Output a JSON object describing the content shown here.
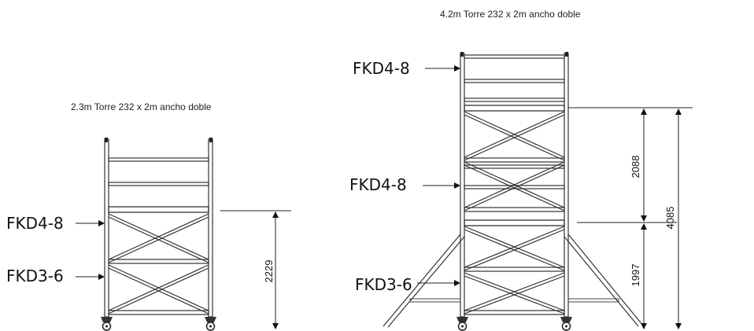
{
  "left_tower": {
    "title": "2.3m Torre 232 x 2m ancho doble",
    "labels": [
      "FKD4-8",
      "FKD3-6"
    ],
    "dimension": "2229"
  },
  "right_tower": {
    "title": "4.2m Torre 232 x 2m ancho doble",
    "labels": [
      "FKD4-8",
      "FKD4-8",
      "FKD3-6"
    ],
    "dimensions": [
      "2088",
      "1997",
      "4085"
    ]
  },
  "colors": {
    "line": "#333333",
    "text": "#111111"
  }
}
